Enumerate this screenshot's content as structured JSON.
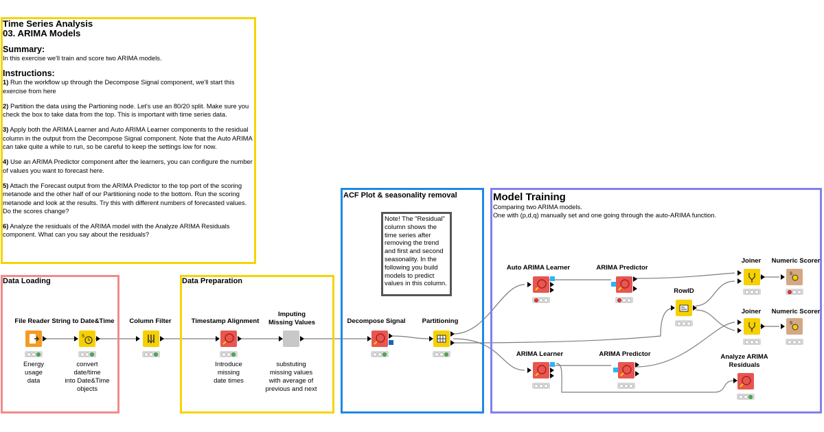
{
  "instructions": {
    "title_line1": "Time Series Analysis",
    "title_line2": "03. ARIMA Models",
    "summary_heading": "Summary:",
    "summary_text": "In this exercise we'll train and score two ARIMA models.",
    "instructions_heading": "Instructions:",
    "steps": [
      {
        "num": "1)",
        "text": " Run the workflow up through the Decompose Signal component, we'll start this exercise from here"
      },
      {
        "num": "2)",
        "text": " Partition the data using the Partioning node. Let's use an 80/20 split. Make sure you check the box to take data from the top. This is important with time series data."
      },
      {
        "num": "3)",
        "text": " Apply both the ARIMA Learner and Auto ARIMA Learner components to the residual column in the output from the Decompose Signal component. Note that the Auto ARIMA can take quite a while to run, so be careful to keep the settings low for now."
      },
      {
        "num": "4)",
        "text": " Use an ARIMA Predictor component after the learners, you can configure the number of values you want to forecast here."
      },
      {
        "num": "5)",
        "text": " Attach the Forecast output from the ARIMA Predictor to the top port of the scoring metanode and the other half of our Partitioning node to the bottom. Run the scoring metanode and look at the results. Try this with different numbers of forecasted values. Do the scores change?"
      },
      {
        "num": "6)",
        "text": " Analyze the residuals of the ARIMA model with the Analyze ARIMA Residuals component. What can you say about the residuals?"
      }
    ]
  },
  "annotations": {
    "data_loading": "Data Loading",
    "data_preparation": "Data Preparation",
    "acf": "ACF Plot & seasonality removal",
    "model_training_title": "Model Training",
    "model_training_sub1": "Comparing two ARIMA models.",
    "model_training_sub2": "One with (p,d,q) manually set and one going through the auto-ARIMA function."
  },
  "note": "Note! The \"Residual\" column shows the time series after removing the trend and first and second seasonality.  In the following you build models  to predict values in this column.",
  "nodes": {
    "file_reader": {
      "label": "File Reader",
      "desc": "Energy\nusage\ndata"
    },
    "string_to_date": {
      "label": "String to Date&Time",
      "desc": "convert\ndate/time\ninto Date&Time\nobjects"
    },
    "column_filter": {
      "label": "Column Filter"
    },
    "timestamp_alignment": {
      "label": "Timestamp Alignment",
      "desc": "Introduce\nmissing\ndate times"
    },
    "imputing": {
      "label": "Imputing\nMissing Values",
      "desc": "substuting\nmissing values\nwith average of\nprevious and next"
    },
    "decompose": {
      "label": "Decompose Signal"
    },
    "partitioning": {
      "label": "Partitioning"
    },
    "auto_arima_learner": {
      "label": "Auto ARIMA Learner"
    },
    "arima_predictor_top": {
      "label": "ARIMA Predictor"
    },
    "rowid": {
      "label": "RowID"
    },
    "joiner_top": {
      "label": "Joiner"
    },
    "numeric_scorer_top": {
      "label": "Numeric Scorer"
    },
    "joiner_bottom": {
      "label": "Joiner"
    },
    "numeric_scorer_bottom": {
      "label": "Numeric Scorer"
    },
    "arima_learner": {
      "label": "ARIMA Learner"
    },
    "arima_predictor_bottom": {
      "label": "ARIMA Predictor"
    },
    "analyze_residuals": {
      "label": "Analyze ARIMA\nResiduals"
    }
  },
  "colors": {
    "instructions_border": "#f5d400",
    "data_loading_border": "#f08a8a",
    "data_prep_border": "#f5d400",
    "acf_border": "#1e88e5",
    "model_training_border": "#8080ee",
    "source_node": "#f39c22",
    "manipulator_node": "#f6d000",
    "component_node": "#e85650",
    "metanode": "#c8c8c8",
    "scorer_node": "#d4a884",
    "port_blue": "#29b6f6"
  }
}
